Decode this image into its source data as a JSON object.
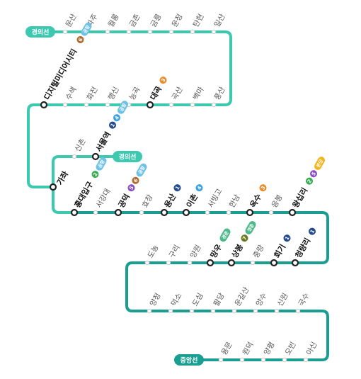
{
  "colors": {
    "gyeongui": "#3cc9b0",
    "jungang": "#1a9e92",
    "line1": "#244b8f",
    "line2": "#3aae55",
    "line3": "#e88d2c",
    "line4": "#3aa2e0",
    "line5": "#8a4fc0",
    "line6": "#b06b2e",
    "line7": "#6b7a1e",
    "gyeongchun": "#4db88a",
    "airport": "#6ec2e8",
    "bundang": "#f3b51d"
  },
  "line_labels": {
    "gyeongui_top": "경의선",
    "gyeongui_branch": "경의선",
    "jungang_end": "중앙선"
  },
  "stations": [
    {
      "id": "munsan",
      "name": "문산",
      "major": false
    },
    {
      "id": "paju",
      "name": "파주",
      "major": false
    },
    {
      "id": "wollong",
      "name": "월롱",
      "major": false
    },
    {
      "id": "geumchon",
      "name": "금촌",
      "major": false
    },
    {
      "id": "geumneung",
      "name": "금릉",
      "major": false
    },
    {
      "id": "unjeong",
      "name": "운정",
      "major": false
    },
    {
      "id": "tanhyeon",
      "name": "탄현",
      "major": false
    },
    {
      "id": "ilsan",
      "name": "일산",
      "major": false
    },
    {
      "id": "pungsan",
      "name": "풍산",
      "major": false
    },
    {
      "id": "baengma",
      "name": "백마",
      "major": false
    },
    {
      "id": "goksan",
      "name": "곡산",
      "major": false
    },
    {
      "id": "daegok",
      "name": "대곡",
      "major": true,
      "transfers": [
        {
          "num": "3",
          "line": "line3"
        }
      ]
    },
    {
      "id": "neunggok",
      "name": "능곡",
      "major": false
    },
    {
      "id": "haengsin",
      "name": "행신",
      "major": false
    },
    {
      "id": "hwajeon",
      "name": "화전",
      "major": false
    },
    {
      "id": "susaek",
      "name": "수색",
      "major": false
    },
    {
      "id": "dmc",
      "name": "디지털미디어시티",
      "major": true,
      "transfers": [
        {
          "num": "6",
          "line": "line6"
        },
        {
          "tag": "공항",
          "line": "airport"
        }
      ]
    },
    {
      "id": "gajwa",
      "name": "가좌",
      "major": true
    },
    {
      "id": "sinchon",
      "name": "신촌",
      "major": false
    },
    {
      "id": "seoul",
      "name": "서울역",
      "major": true,
      "transfers": [
        {
          "num": "1",
          "line": "line1"
        },
        {
          "num": "4",
          "line": "line4"
        },
        {
          "tag": "공항",
          "line": "airport"
        }
      ]
    },
    {
      "id": "hongik",
      "name": "홍대입구",
      "major": true,
      "transfers": [
        {
          "num": "2",
          "line": "line2"
        },
        {
          "tag": "공항",
          "line": "airport"
        }
      ]
    },
    {
      "id": "seogang",
      "name": "서강대",
      "major": false
    },
    {
      "id": "gongdeok",
      "name": "공덕",
      "major": true,
      "transfers": [
        {
          "num": "5",
          "line": "line5"
        },
        {
          "num": "6",
          "line": "line6"
        },
        {
          "tag": "공항",
          "line": "airport"
        }
      ]
    },
    {
      "id": "hyochang",
      "name": "효창",
      "major": false
    },
    {
      "id": "yongsan",
      "name": "용산",
      "major": true,
      "transfers": [
        {
          "num": "1",
          "line": "line1"
        }
      ]
    },
    {
      "id": "ichon",
      "name": "이촌",
      "major": true,
      "transfers": [
        {
          "num": "4",
          "line": "line4"
        }
      ]
    },
    {
      "id": "seobinggo",
      "name": "서빙고",
      "major": false
    },
    {
      "id": "hannam",
      "name": "한남",
      "major": false
    },
    {
      "id": "oksu",
      "name": "옥수",
      "major": true,
      "transfers": [
        {
          "num": "3",
          "line": "line3"
        }
      ]
    },
    {
      "id": "eungbong",
      "name": "응봉",
      "major": false
    },
    {
      "id": "wangsimni",
      "name": "왕십리",
      "major": true,
      "transfers": [
        {
          "num": "2",
          "line": "line2"
        },
        {
          "num": "5",
          "line": "line5"
        },
        {
          "tag": "분당",
          "line": "bundang"
        }
      ]
    },
    {
      "id": "dobong",
      "name": "도농",
      "major": false
    },
    {
      "id": "guri",
      "name": "구리",
      "major": false
    },
    {
      "id": "yangwon",
      "name": "양원",
      "major": false
    },
    {
      "id": "mangu",
      "name": "망우",
      "major": true,
      "transfers": [
        {
          "tag": "경춘",
          "line": "gyeongchun"
        }
      ]
    },
    {
      "id": "sangbong",
      "name": "상봉",
      "major": true,
      "transfers": [
        {
          "num": "7",
          "line": "line7"
        },
        {
          "tag": "경춘",
          "line": "gyeongchun"
        }
      ]
    },
    {
      "id": "jungnang",
      "name": "중랑",
      "major": false
    },
    {
      "id": "hoegi",
      "name": "회기",
      "major": true,
      "transfers": [
        {
          "num": "1",
          "line": "line1"
        }
      ]
    },
    {
      "id": "cheongnyangni",
      "name": "청량리",
      "major": true,
      "transfers": [
        {
          "num": "1",
          "line": "line1"
        }
      ]
    },
    {
      "id": "yangjeong",
      "name": "양정",
      "major": false
    },
    {
      "id": "deokso",
      "name": "덕소",
      "major": false
    },
    {
      "id": "dosim",
      "name": "도심",
      "major": false
    },
    {
      "id": "paldang",
      "name": "팔당",
      "major": false
    },
    {
      "id": "ungilsan",
      "name": "운길산",
      "major": false
    },
    {
      "id": "yangsu",
      "name": "양수",
      "major": false
    },
    {
      "id": "sinwon",
      "name": "신원",
      "major": false
    },
    {
      "id": "guksu",
      "name": "국수",
      "major": false
    },
    {
      "id": "asin",
      "name": "아신",
      "major": false
    },
    {
      "id": "obin",
      "name": "오빈",
      "major": false
    },
    {
      "id": "yangpyeong",
      "name": "양평",
      "major": false
    },
    {
      "id": "wondeok",
      "name": "원덕",
      "major": false
    },
    {
      "id": "yongmun",
      "name": "용문",
      "major": false
    }
  ]
}
